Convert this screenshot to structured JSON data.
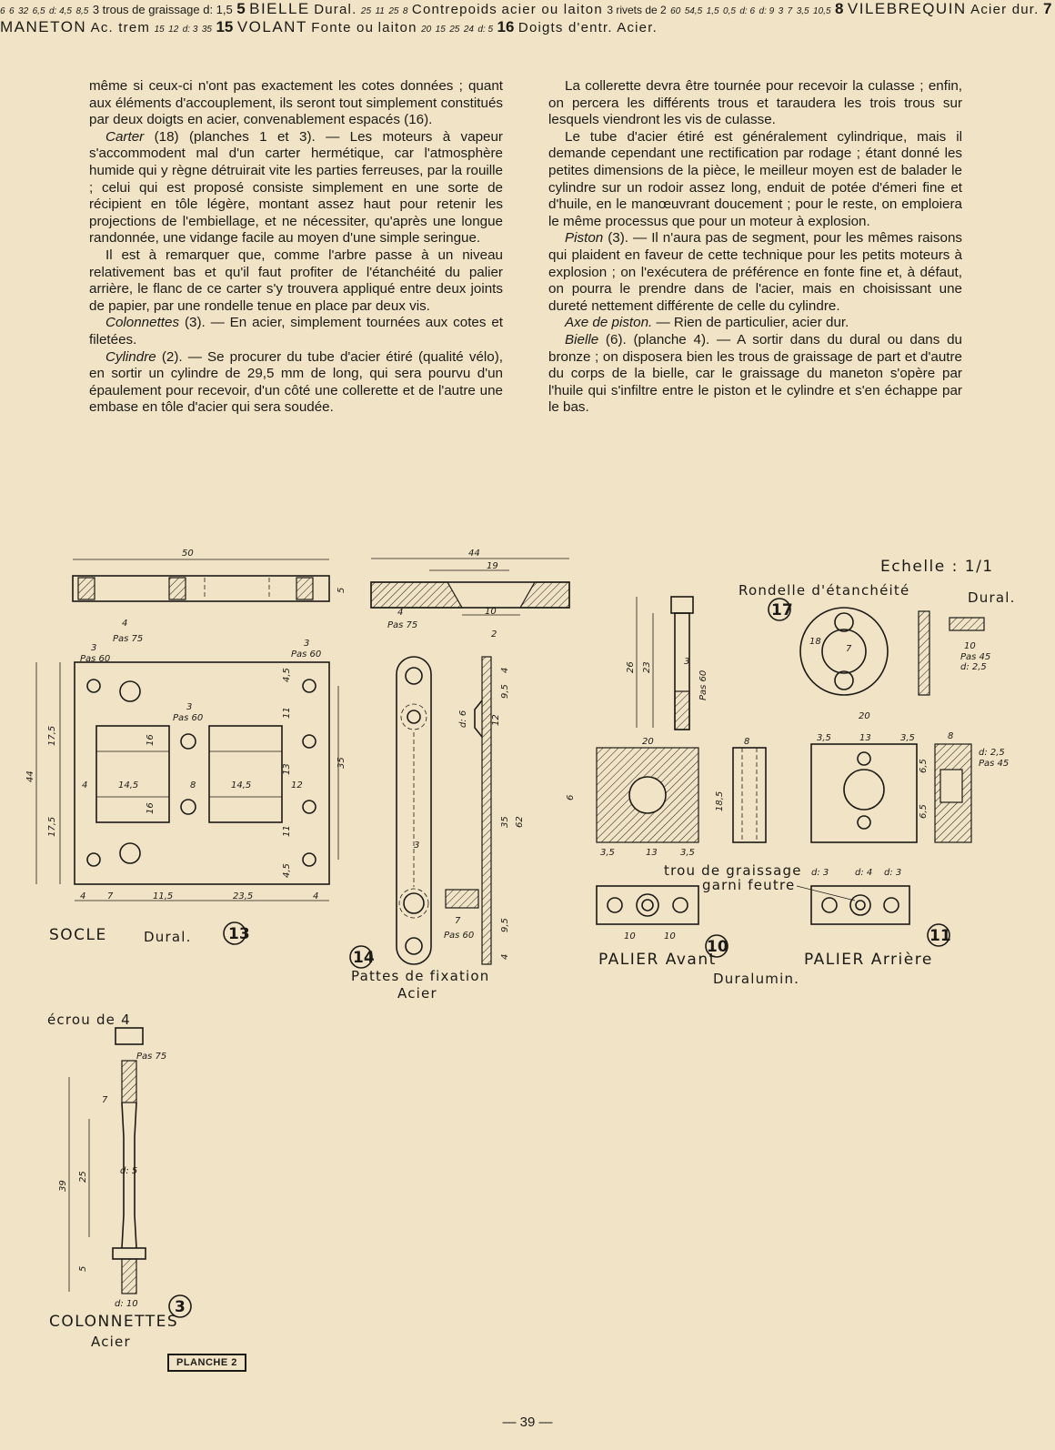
{
  "left_column": [
    {
      "text": "même si ceux-ci n'ont pas exactement les cotes données ; quant aux éléments d'accouplement, ils seront tout simplement constitués par deux doigts en acier, convenablement espacés (16).",
      "noindent": true
    },
    {
      "title": "Carter",
      "text": " (18) (planches 1 et 3). — Les moteurs à vapeur s'accommodent mal d'un carter hermétique, car l'atmosphère humide qui y règne détruirait vite les parties ferreuses, par la rouille ; celui qui est proposé consiste simplement en une sorte de récipient en tôle légère, montant assez haut pour retenir les projections de l'embiellage, et ne nécessiter, qu'après une longue randonnée, une vidange facile au moyen d'une simple seringue."
    },
    {
      "text": "Il est à remarquer que, comme l'arbre passe à un niveau relativement bas et qu'il faut profiter de l'étanchéité du palier arrière, le flanc de ce carter s'y trouvera appliqué entre deux joints de papier, par une rondelle tenue en place par deux vis."
    },
    {
      "title": "Colonnettes",
      "text": " (3). — En acier, simplement tournées aux cotes et filetées."
    },
    {
      "title": "Cylindre",
      "text": " (2). — Se procurer du tube d'acier étiré (qualité vélo), en sortir un cylindre de 29,5 mm de long, qui sera pourvu d'un épaulement pour recevoir, d'un côté une collerette et de l'autre une embase en tôle d'acier qui sera soudée."
    }
  ],
  "right_column": [
    {
      "text": "La collerette devra être tournée pour recevoir la culasse ; enfin, on percera les différents trous et taraudera les trois trous sur lesquels viendront les vis de culasse."
    },
    {
      "text": "Le tube d'acier étiré est généralement cylindrique, mais il demande cependant une rectification par rodage ; étant donné les petites dimensions de la pièce, le meilleur moyen est de balader le cylindre sur un rodoir assez long, enduit de potée d'émeri fine et d'huile, en le manœuvrant doucement ; pour le reste, on emploiera le même processus que pour un moteur à explosion."
    },
    {
      "title": "Piston",
      "text": " (3). — Il n'aura pas de segment, pour les mêmes raisons qui plaident en faveur de cette technique pour les petits moteurs à explosion ; on l'exécutera de préférence en fonte fine et, à défaut, on pourra le prendre dans de l'acier, mais en choisissant une dureté nettement différente de celle du cylindre."
    },
    {
      "title": "Axe de piston.",
      "text": " — Rien de particulier, acier dur."
    },
    {
      "title": "Bielle",
      "text": " (6). (planche 4). — A sortir dans du dural ou dans du bronze ; on disposera bien les trous de graissage de part et d'autre du corps de la bielle, car le graissage du maneton s'opère par l'huile qui s'infiltre entre le piston et le cylindre et s'en échappe par le bas."
    }
  ],
  "drawing": {
    "scale": "Echelle : 1/1",
    "parts": {
      "socle": {
        "number": "13",
        "name": "SOCLE",
        "material": "Dural."
      },
      "pattes": {
        "number": "14",
        "name": "Pattes de fixation",
        "material": "Acier"
      },
      "palier_avant": {
        "number": "10",
        "name": "PALIER Avant",
        "material": "Duralumin."
      },
      "palier_arriere": {
        "number": "11",
        "name": "PALIER Arrière"
      },
      "rondelle": {
        "number": "17",
        "name": "Rondelle d'étanchéité",
        "material": "Dural."
      },
      "colonnettes": {
        "number": "3",
        "name": "COLONNETTES",
        "material": "Acier"
      },
      "bielle": {
        "number": "5",
        "name": "BIELLE",
        "material": "Dural."
      },
      "volant": {
        "number": "15",
        "name": "VOLANT",
        "material_1": "Fonte ou",
        "material_2": "laiton"
      },
      "contrepoids": {
        "name_1": "Contrepoids",
        "name_2": "acier ou laiton",
        "note": "3 rivets de 2"
      },
      "maneton": {
        "number": "7",
        "name": "MANETON",
        "material": "Ac. trem"
      },
      "vilebrequin": {
        "number": "8",
        "name": "VILEBREQUIN",
        "material": "Acier dur."
      },
      "doigts": {
        "number": "16",
        "name": "Doigts d'entr.",
        "material": "Acier."
      }
    },
    "notes": {
      "trou_graissage_1": "trou de graissage",
      "trou_graissage_2": "garni feutre",
      "ecrou": "écrou de 4",
      "trous_bielle": "3 trous de graissage d: 1,5"
    },
    "dimensions": {
      "socle_len": "50",
      "socle_h": "5",
      "socle_w": "44",
      "socle_17a": "17,5",
      "socle_17b": "17,5",
      "socle_35": "35",
      "socle_14a": "14,5",
      "socle_14b": "14,5",
      "socle_8": "8",
      "socle_12": "12",
      "socle_16a": "16",
      "socle_16b": "16",
      "socle_13": "13",
      "socle_11a": "11",
      "socle_11b": "11",
      "socle_45a": "4,5",
      "socle_45b": "4,5",
      "socle_b4": "4",
      "socle_b7": "7",
      "socle_b11": "11,5",
      "socle_b23": "23,5",
      "socle_b4b": "4",
      "pas75": "Pas 75",
      "pas60": "Pas 60",
      "n4": "4",
      "n3": "3",
      "bar44": "44",
      "bar19": "19",
      "bar10": "10",
      "patte_2": "2",
      "patte_4": "4",
      "patte_9": "9,5",
      "patte_d6": "d: 6",
      "patte_12": "12",
      "patte_35": "35",
      "patte_62": "62",
      "patte_3": "3",
      "patte_7": "7",
      "vis_26": "26",
      "vis_23": "23",
      "vis_3": "3",
      "pal_20": "20",
      "pal_8": "8",
      "pal_18": "18,5",
      "pal_6": "6",
      "pal_13": "13",
      "pal_35": "3,5",
      "pal_10": "10",
      "pal_65": "6,5",
      "pal_d3": "d: 3",
      "pal_d4": "d: 4",
      "pal_d25": "d: 2,5",
      "pas45": "Pas 45",
      "ron_18": "18",
      "ron_7": "7",
      "col_39": "39",
      "col_25": "25",
      "col_d5": "d: 5",
      "col_d10": "d: 10",
      "col_5": "5",
      "bie_6": "6",
      "bie_65": "6,5",
      "bie_d45": "d: 4,5",
      "bie_32": "32",
      "bie_85": "8,5",
      "cp_25": "25",
      "cp_11": "11",
      "vil_60": "60",
      "vil_54": "54,5",
      "vil_15": "1,5",
      "vil_05": "0,5",
      "vil_d6": "d: 6",
      "man_d9": "d: 9",
      "man_105": "10,5",
      "vol_35": "35",
      "vol_12": "12",
      "vol_15": "15",
      "vol_d3": "d: 3",
      "doi_20": "20",
      "doi_15": "15",
      "doi_25": "25",
      "doi_24": "24"
    },
    "planche": "PLANCHE 2"
  },
  "page_number": "— 39 —"
}
